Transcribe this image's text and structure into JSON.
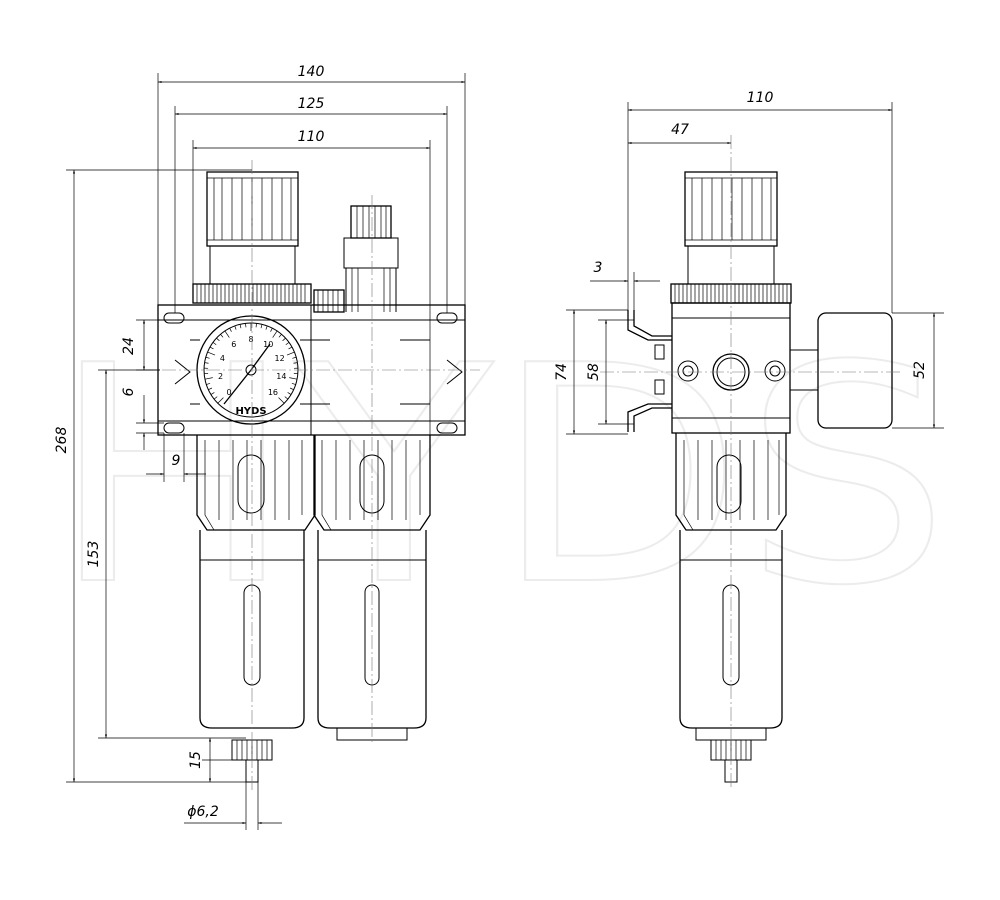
{
  "watermark": "HYDS",
  "gauge": {
    "brand": "HYDS",
    "scale": [
      "0",
      "2",
      "4",
      "6",
      "8",
      "10",
      "12",
      "14",
      "16"
    ]
  },
  "front_view": {
    "dimensions": {
      "width_140": "140",
      "width_125": "125",
      "width_110": "110",
      "height_268": "268",
      "height_153": "153",
      "dim_24": "24",
      "dim_6": "6",
      "dim_9": "9",
      "dim_15": "15",
      "diameter": "ϕ6,2"
    }
  },
  "side_view": {
    "dimensions": {
      "width_110": "110",
      "width_47": "47",
      "dim_3": "3",
      "dim_74": "74",
      "dim_58": "58",
      "dim_52": "52"
    }
  }
}
